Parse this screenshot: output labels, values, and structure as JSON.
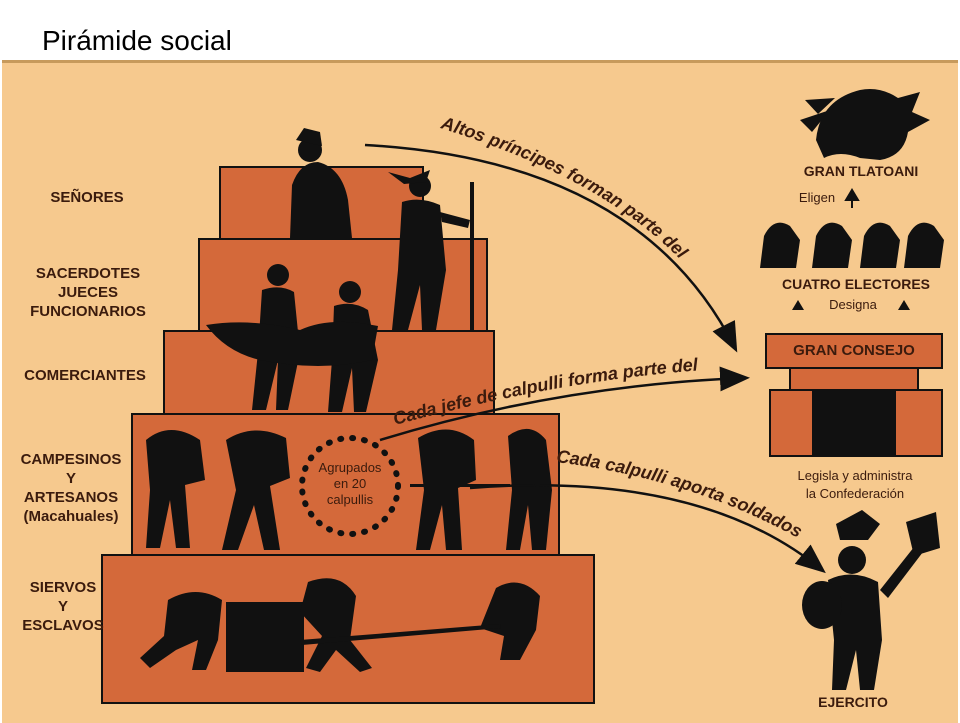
{
  "title": "Pirámide social mexica",
  "tiers": {
    "senores": "SEÑORES",
    "sacerdotes": [
      "SACERDOTES",
      "JUECES",
      "FUNCIONARIOS"
    ],
    "comerciantes": "COMERCIANTES",
    "campesinos": [
      "CAMPESINOS",
      "Y",
      "ARTESANOS",
      "(Macahuales)"
    ],
    "siervos": [
      "SIERVOS",
      "Y",
      "ESCLAVOS"
    ]
  },
  "circle_text": [
    "Agrupados",
    "en 20",
    "calpullis"
  ],
  "arrows": {
    "top": "Altos príncipes forman parte del",
    "middle": "Cada jefe de calpulli forma parte del",
    "bottom": "Cada calpulli aporta soldados"
  },
  "right": {
    "gran_tlatoani": "GRAN TLATOANI",
    "eligen": "Eligen",
    "cuatro_electores": "CUATRO ELECTORES",
    "designa": "Designa",
    "gran_consejo": "GRAN CONSEJO",
    "legisla": [
      "Legisla y administra",
      "la Confederación"
    ],
    "ejercito": "EJERCITO"
  },
  "colors": {
    "background": "#f6c98e",
    "pyramid": "#d4693a",
    "silhouette": "#111111",
    "text": "#3b1b0d"
  }
}
